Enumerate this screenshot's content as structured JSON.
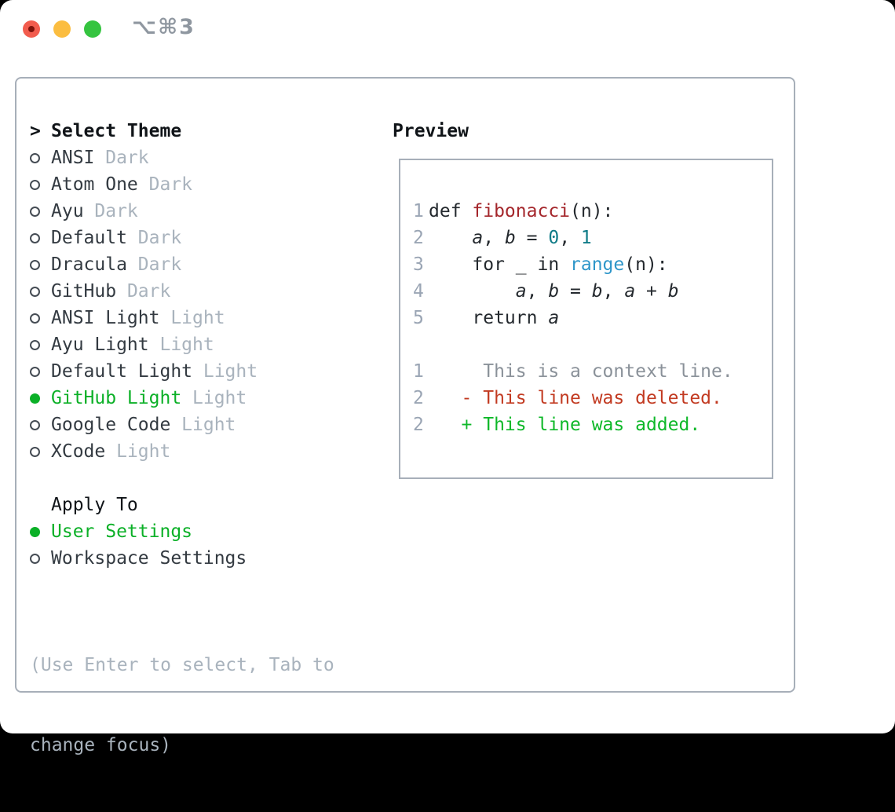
{
  "window": {
    "title": "⌥⌘3",
    "traffic_lights": {
      "close": "close-button-edited",
      "minimize": "minimize-button",
      "zoom": "zoom-button"
    }
  },
  "theme_picker": {
    "header_marker": ">",
    "header": "Select Theme",
    "themes": [
      {
        "name": "ANSI",
        "tag": "Dark",
        "selected": false
      },
      {
        "name": "Atom One",
        "tag": "Dark",
        "selected": false
      },
      {
        "name": "Ayu",
        "tag": "Dark",
        "selected": false
      },
      {
        "name": "Default",
        "tag": "Dark",
        "selected": false
      },
      {
        "name": "Dracula",
        "tag": "Dark",
        "selected": false
      },
      {
        "name": "GitHub",
        "tag": "Dark",
        "selected": false
      },
      {
        "name": "ANSI Light",
        "tag": "Light",
        "selected": false
      },
      {
        "name": "Ayu Light",
        "tag": "Light",
        "selected": false
      },
      {
        "name": "Default Light",
        "tag": "Light",
        "selected": false
      },
      {
        "name": "GitHub Light",
        "tag": "Light",
        "selected": true
      },
      {
        "name": "Google Code",
        "tag": "Light",
        "selected": false
      },
      {
        "name": "XCode",
        "tag": "Light",
        "selected": false
      }
    ],
    "apply_to": {
      "header": "Apply To",
      "options": [
        {
          "label": "User Settings",
          "selected": true
        },
        {
          "label": "Workspace Settings",
          "selected": false
        }
      ]
    },
    "hint_lines": [
      "(Use Enter to select, Tab to",
      "change focus)"
    ]
  },
  "preview": {
    "header": "Preview",
    "code_lines": [
      {
        "num": "1",
        "tokens": [
          {
            "text": "def ",
            "style": "plain"
          },
          {
            "text": "fibonacci",
            "style": "func"
          },
          {
            "text": "(n):",
            "style": "plain"
          }
        ]
      },
      {
        "num": "2",
        "tokens": [
          {
            "text": "    ",
            "style": "plain"
          },
          {
            "text": "a",
            "style": "var"
          },
          {
            "text": ", ",
            "style": "plain"
          },
          {
            "text": "b",
            "style": "var"
          },
          {
            "text": " = ",
            "style": "plain"
          },
          {
            "text": "0",
            "style": "num"
          },
          {
            "text": ", ",
            "style": "plain"
          },
          {
            "text": "1",
            "style": "num"
          }
        ]
      },
      {
        "num": "3",
        "tokens": [
          {
            "text": "    for _ in ",
            "style": "plain"
          },
          {
            "text": "range",
            "style": "builtin"
          },
          {
            "text": "(n):",
            "style": "plain"
          }
        ]
      },
      {
        "num": "4",
        "tokens": [
          {
            "text": "        ",
            "style": "plain"
          },
          {
            "text": "a",
            "style": "var"
          },
          {
            "text": ", ",
            "style": "plain"
          },
          {
            "text": "b",
            "style": "var"
          },
          {
            "text": " = ",
            "style": "plain"
          },
          {
            "text": "b",
            "style": "var"
          },
          {
            "text": ", ",
            "style": "plain"
          },
          {
            "text": "a",
            "style": "var"
          },
          {
            "text": " + ",
            "style": "plain"
          },
          {
            "text": "b",
            "style": "var"
          }
        ]
      },
      {
        "num": "5",
        "tokens": [
          {
            "text": "    return ",
            "style": "plain"
          },
          {
            "text": "a",
            "style": "var"
          }
        ]
      },
      {
        "num": "",
        "tokens": []
      },
      {
        "num": "1",
        "tokens": [
          {
            "text": "     This is a context line.",
            "style": "context"
          }
        ]
      },
      {
        "num": "2",
        "tokens": [
          {
            "text": "   - This line was deleted.",
            "style": "deleted"
          }
        ]
      },
      {
        "num": "2",
        "tokens": [
          {
            "text": "   + This line was added.",
            "style": "added"
          }
        ]
      }
    ]
  },
  "colors": {
    "panel_border": "#a7afb9",
    "selection_green": "#0bb027",
    "added_green": "#0eb829",
    "deleted_red": "#c23a21",
    "function_red": "#a4262b",
    "number_teal": "#0f7b87",
    "builtin_blue": "#2e96c9",
    "muted_gray": "#a9b3bd",
    "line_number_gray": "#9aa5b4",
    "code_text": "#24292e",
    "traffic_red": "#f25c4e",
    "traffic_yellow": "#fbbd40",
    "traffic_green": "#35c440"
  }
}
